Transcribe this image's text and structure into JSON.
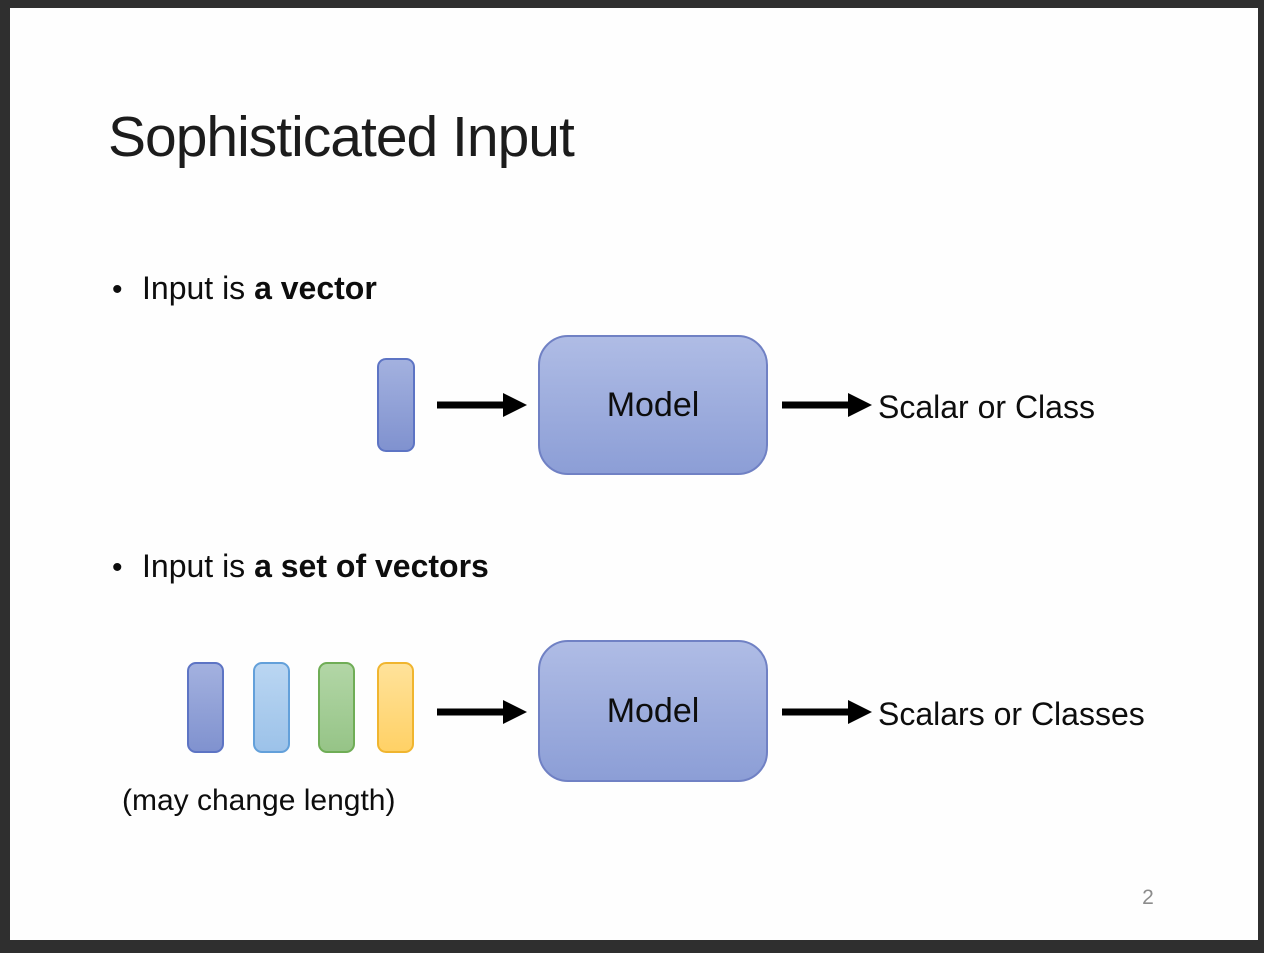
{
  "slide": {
    "title": "Sophisticated Input",
    "page_number": "2",
    "bullet1": {
      "prefix": "Input is ",
      "bold": "a vector"
    },
    "bullet2": {
      "prefix": "Input is ",
      "bold": "a set of vectors"
    },
    "diagram1": {
      "model_label": "Model",
      "output_label": "Scalar or Class"
    },
    "diagram2": {
      "model_label": "Model",
      "output_label": "Scalars or Classes",
      "note": "(may change length)"
    },
    "colors": {
      "frame": "#2F2F2F",
      "slide_background": "#FEFEFE",
      "arrow": "#000000",
      "text": "#0d0d0d",
      "page_number": "#8C8C8C",
      "model_fill_top": "#AFBCE5",
      "model_fill_bottom": "#8C9ED6",
      "model_border": "#7081C4",
      "vector_blue_fill_top": "#A3B1DF",
      "vector_blue_fill_bottom": "#8092CF",
      "vector_blue_border": "#5D74C4",
      "vector_lightblue_fill_top": "#BAD6F2",
      "vector_lightblue_fill_bottom": "#9CC2E9",
      "vector_lightblue_border": "#63A0DA",
      "vector_green_fill_top": "#B2D6A6",
      "vector_green_fill_bottom": "#96C487",
      "vector_green_border": "#6FAD56",
      "vector_yellow_fill_top": "#FFE29A",
      "vector_yellow_fill_bottom": "#FFD166",
      "vector_yellow_border": "#F0B52F"
    }
  }
}
